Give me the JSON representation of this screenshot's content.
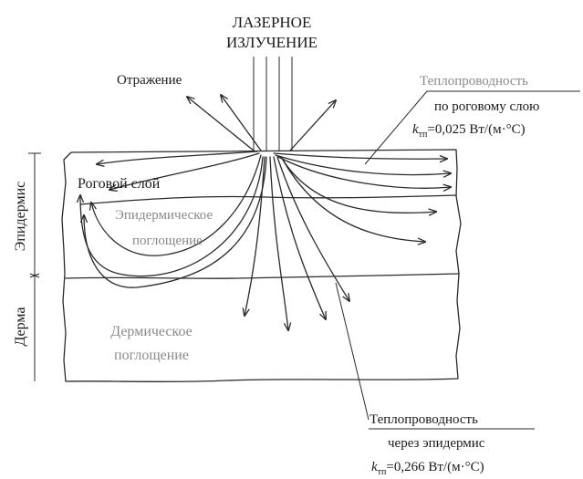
{
  "labels": {
    "laser_line1": "ЛАЗЕРНОЕ",
    "laser_line2": "ИЗЛУЧЕНИЕ",
    "reflection": "Отражение",
    "stratum_corneum": "Роговой слой",
    "epidermal_absorption_line1": "Эпидермическое",
    "epidermal_absorption_line2": "поглощение",
    "dermal_absorption_line1": "Дермическое",
    "dermal_absorption_line2": "поглощение",
    "epidermis": "Эпидермис",
    "dermis": "Дерма"
  },
  "conductivity_top": {
    "line1": "Теплопроводность",
    "line2": "по роговому слою",
    "k_symbol": "k",
    "k_sub": "тп",
    "k_value": "=0,025 Вт/(м·°С)"
  },
  "conductivity_bottom": {
    "line1": "Теплопроводность",
    "line2": "через эпидермис",
    "k_symbol": "k",
    "k_sub": "тп",
    "k_value": "=0,266 Вт/(м·°С)"
  }
}
